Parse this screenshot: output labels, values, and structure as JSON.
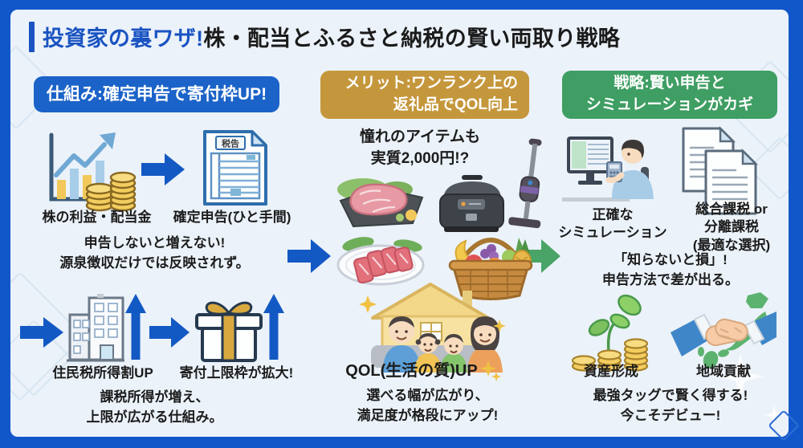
{
  "title": {
    "highlight": "投資家の裏ワザ!",
    "main": "株・配当とふるさと納税の賢い両取り戦略"
  },
  "colors": {
    "frame_blue": "#1157c9",
    "card_bg": "#ebf2f9",
    "accent_blue": "#1b63c8",
    "accent_gold": "#c5973c",
    "accent_green": "#3f9e63",
    "arrow_blue": "#1359c4",
    "arrow_green": "#4aa467",
    "coin_gold": "#f3cd5f"
  },
  "mechanism": {
    "header": "仕組み:確定申告で寄付枠UP!",
    "profit_label": "株の利益・配当金",
    "filing_label": "確定申告(ひと手間)",
    "doc_stamp": "税告",
    "note1_l1": "申告しないと増えない!",
    "note1_l2": "源泉徴収だけでは反映されず。",
    "resident_tax_label": "住民税所得割UP",
    "donation_cap_label": "寄付上限枠が拡大!",
    "note2_l1": "課税所得が増え、",
    "note2_l2": "上限が広がる仕組み。"
  },
  "merit": {
    "header_l1": "メリット:ワンランク上の",
    "header_l2": "返礼品でQOL向上",
    "lead_l1": "憧れのアイテムも",
    "lead_l2": "実質2,000円!?",
    "qol_label": "QOL(生活の質)UP",
    "note_l1": "選べる幅が広がり、",
    "note_l2": "満足度が格段にアップ!"
  },
  "strategy": {
    "header_l1": "戦略:賢い申告と",
    "header_l2": "シミュレーションがカギ",
    "sim_l1": "正確な",
    "sim_l2": "シミュレーション",
    "tax_l1": "総合課税 or",
    "tax_l2": "分離課税",
    "tax_l3": "(最適な選択)",
    "note1_l1": "「知らないと損」!",
    "note1_l2": "申告方法で差が出る。",
    "asset_label": "資産形成",
    "region_label": "地域貢献",
    "note2_l1": "最強タッグで賢く得する!",
    "note2_l2": "今こそデビュー!"
  }
}
